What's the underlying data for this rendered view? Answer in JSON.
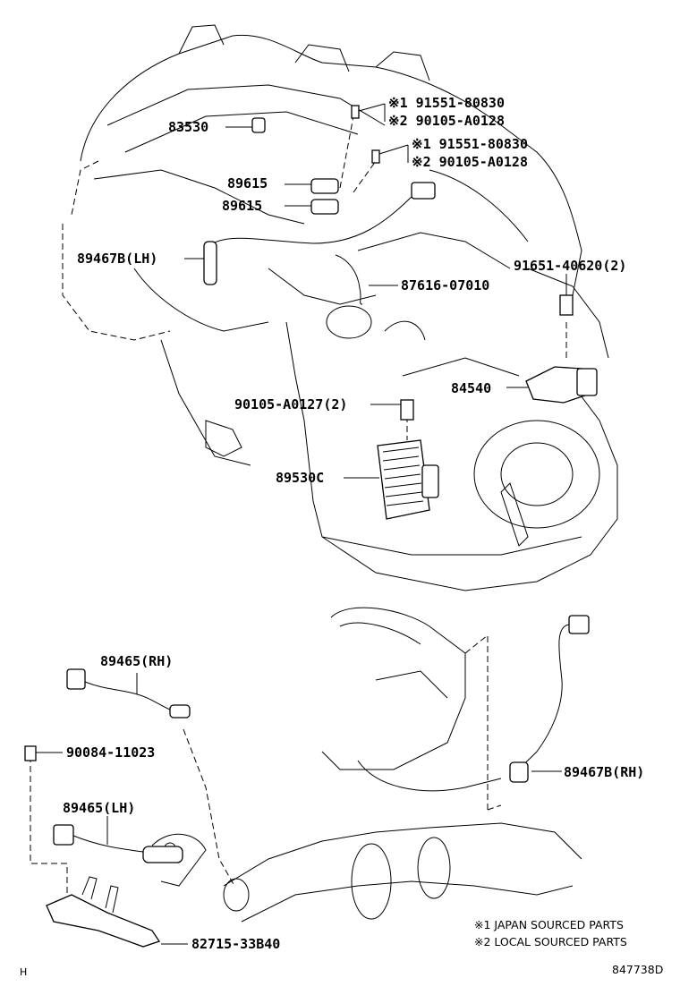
{
  "callouts": {
    "p83530": "83530",
    "p91551_a": "※1 91551-80830",
    "p90105_a": "※2 90105-A0128",
    "p91551_b": "※1 91551-80830",
    "p90105_b": "※2 90105-A0128",
    "p89615_a": "89615",
    "p89615_b": "89615",
    "p89467b_lh": "89467B(LH)",
    "p91651": "91651-40620(2)",
    "p87616": "87616-07010",
    "p84540": "84540",
    "p90105_a0127": "90105-A0127(2)",
    "p89530c": "89530C",
    "p89465_rh": "89465(RH)",
    "p90084": "90084-11023",
    "p89467b_rh": "89467B(RH)",
    "p89465_lh": "89465(LH)",
    "p82715": "82715-33B40"
  },
  "legend": {
    "note1": "※1 JAPAN SOURCED PARTS",
    "note2": "※2 LOCAL SOURCED PARTS"
  },
  "footer": {
    "diagram_id": "847738D",
    "corner_mark": "H"
  }
}
